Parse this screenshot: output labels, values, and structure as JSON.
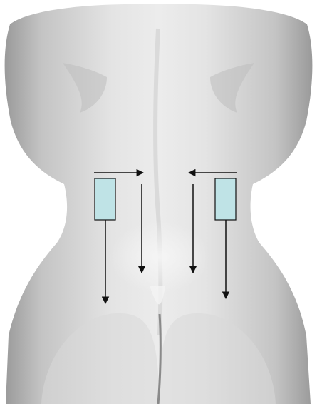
{
  "figure": {
    "colors": {
      "background": "#ffffff",
      "skin_light": "#e6e6e6",
      "skin_mid": "#c9c9c9",
      "skin_dark": "#8f8f8f",
      "electrode_fill": "#bfe3e6",
      "electrode_stroke": "#111111",
      "arrow": "#111111"
    },
    "electrodes": [
      {
        "name": "left-electrode"
      },
      {
        "name": "right-electrode"
      }
    ],
    "arrows": [
      {
        "name": "left-top-arrow-right",
        "direction": "right"
      },
      {
        "name": "left-inner-arrow-down",
        "direction": "down"
      },
      {
        "name": "left-outer-arrow-down",
        "direction": "down"
      },
      {
        "name": "right-top-arrow-left",
        "direction": "left"
      },
      {
        "name": "right-inner-arrow-down",
        "direction": "down"
      },
      {
        "name": "right-outer-arrow-down",
        "direction": "down"
      }
    ]
  }
}
